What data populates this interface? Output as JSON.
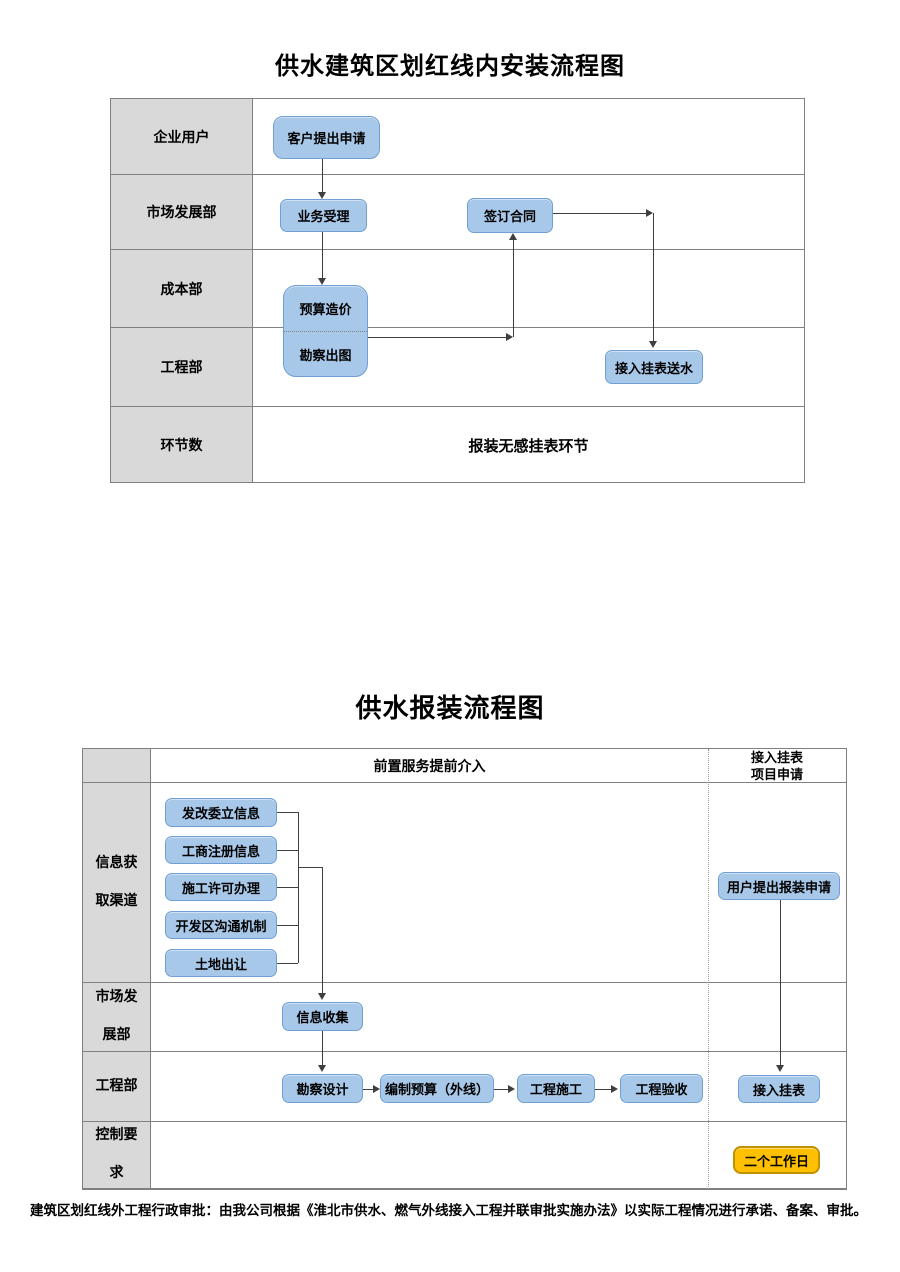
{
  "top_chart": {
    "title": "供水建筑区划红线内安装流程图",
    "lanes": [
      "企业用户",
      "市场发展部",
      "成本部",
      "工程部",
      "环节数"
    ],
    "nodes": {
      "customer_apply": "客户提出申请",
      "business_accept": "业务受理",
      "sign_contract": "签订合同",
      "budget_cost": "预算造价",
      "survey_drawing": "勘察出图",
      "connect_meter_water": "接入挂表送水"
    },
    "note": "报装无感挂表环节"
  },
  "bottom_chart": {
    "title": "供水报装流程图",
    "header": {
      "center": "前置服务提前介入",
      "right_line1": "接入挂表",
      "right_line2": "项目申请"
    },
    "lanes": [
      "信息获取渠道",
      "市场发展部",
      "工程部",
      "控制要求"
    ],
    "nodes": {
      "ndrc_info": "发改委立信息",
      "business_reg_info": "工商注册信息",
      "construction_permit": "施工许可办理",
      "devzone_mechanism": "开发区沟通机制",
      "land_transfer": "土地出让",
      "user_apply": "用户提出报装申请",
      "info_collect": "信息收集",
      "survey_design": "勘察设计",
      "budget_outline": "编制预算（外线）",
      "construction": "工程施工",
      "acceptance": "工程验收",
      "connect_meter": "接入挂表",
      "two_workdays": "二个工作日"
    }
  },
  "footer": "建筑区划红线外工程行政审批：由我公司根据《淮北市供水、燃气外线接入工程并联审批实施办法》以实际工程情况进行承诺、备案、审批。",
  "colors": {
    "node_fill": "#A8C8E9",
    "node_border": "#6F9FD4",
    "lane_fill": "#D9D9D9",
    "grid_border": "#808080",
    "highlight_fill": "#FFC000",
    "highlight_border": "#BF9000",
    "line": "#3F3F3F"
  }
}
